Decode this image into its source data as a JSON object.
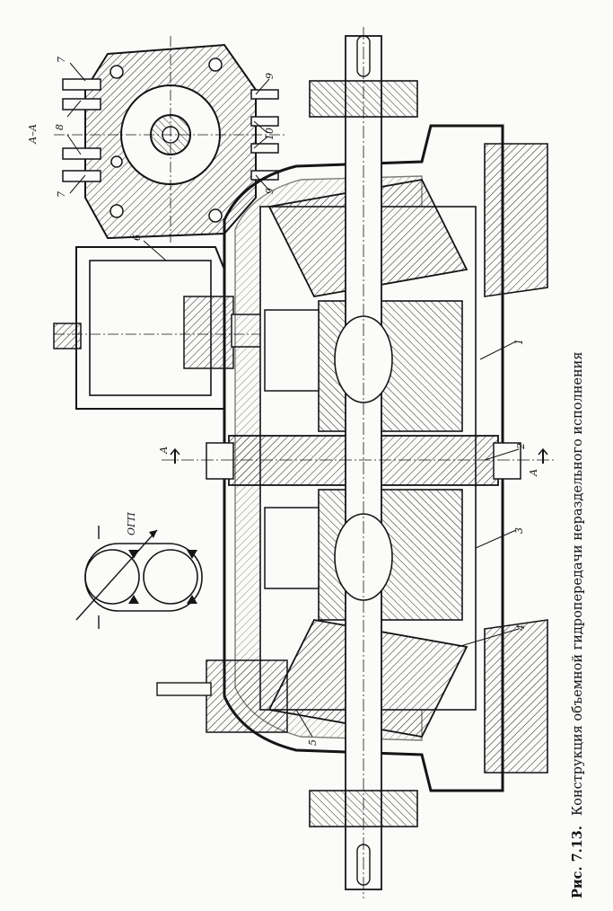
{
  "caption": {
    "prefix": "Рис. 7.13.",
    "text": "Конструкция объемной гидропередачи нераздельного исполнения"
  },
  "section": {
    "title": "А–А",
    "cut_mark": "А"
  },
  "symbol": {
    "label": "ОГП"
  },
  "callouts": [
    "1",
    "2",
    "3",
    "4",
    "5",
    "6",
    "7",
    "8",
    "9",
    "10"
  ],
  "colors": {
    "ink": "#151515",
    "paper": "#fbfbf9"
  }
}
